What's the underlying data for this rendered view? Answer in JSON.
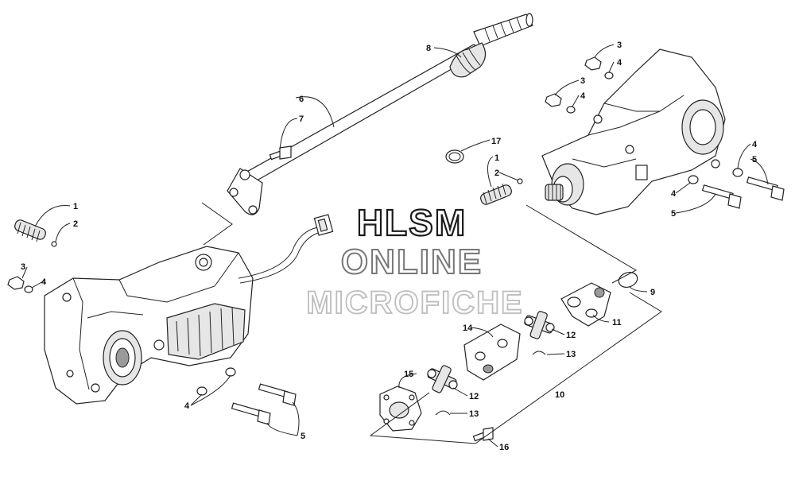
{
  "watermark": {
    "line1": "HLSM",
    "line2": "ONLINE",
    "line3": "MICROFICHE"
  },
  "callouts": [
    {
      "id": "c1a",
      "text": "1"
    },
    {
      "id": "c2a",
      "text": "2"
    },
    {
      "id": "c3a",
      "text": "3"
    },
    {
      "id": "c4a",
      "text": "4"
    },
    {
      "id": "c4b",
      "text": "4"
    },
    {
      "id": "c5a",
      "text": "5"
    },
    {
      "id": "c6",
      "text": "6"
    },
    {
      "id": "c7",
      "text": "7"
    },
    {
      "id": "c8",
      "text": "8"
    },
    {
      "id": "c3b",
      "text": "3"
    },
    {
      "id": "c4c",
      "text": "4"
    },
    {
      "id": "c3c",
      "text": "3"
    },
    {
      "id": "c4d",
      "text": "4"
    },
    {
      "id": "c17",
      "text": "17"
    },
    {
      "id": "c1b",
      "text": "1"
    },
    {
      "id": "c2b",
      "text": "2"
    },
    {
      "id": "c4e",
      "text": "4"
    },
    {
      "id": "c5b",
      "text": "5"
    },
    {
      "id": "c4f",
      "text": "4"
    },
    {
      "id": "c5c",
      "text": "5"
    },
    {
      "id": "c9",
      "text": "9"
    },
    {
      "id": "c11",
      "text": "11"
    },
    {
      "id": "c14",
      "text": "14"
    },
    {
      "id": "c12a",
      "text": "12"
    },
    {
      "id": "c13a",
      "text": "13"
    },
    {
      "id": "c10",
      "text": "10"
    },
    {
      "id": "c15",
      "text": "15"
    },
    {
      "id": "c12b",
      "text": "12"
    },
    {
      "id": "c13b",
      "text": "13"
    },
    {
      "id": "c16",
      "text": "16"
    }
  ]
}
